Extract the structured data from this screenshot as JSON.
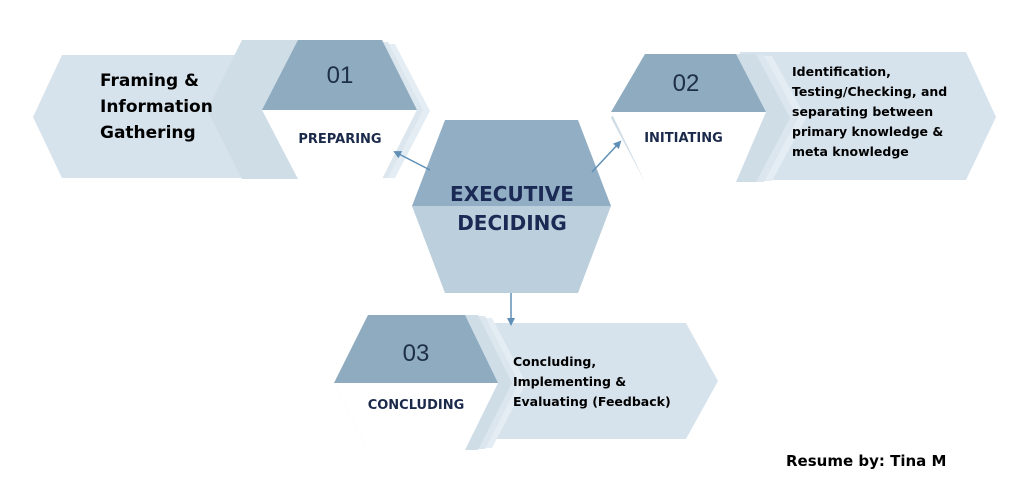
{
  "colors": {
    "light_panel": "#d7e3ec",
    "mid_panel": "#a3bbcc",
    "dark_tab": "#8fabc0",
    "hub_top": "#91aec4",
    "hub_bottom": "#bccfdc",
    "arrow": "#5f8fb6",
    "title_text": "#1b2a55"
  },
  "center": {
    "title_line1": "EXECUTIVE",
    "title_line2": "DECIDING"
  },
  "steps": [
    {
      "number": "01",
      "stage": "PREPARING",
      "description": [
        "Framing &",
        "Information",
        "Gathering"
      ]
    },
    {
      "number": "02",
      "stage": "INITIATING",
      "description": [
        "Identification,",
        "Testing/Checking, and",
        "separating between",
        "primary knowledge &",
        "meta knowledge"
      ]
    },
    {
      "number": "03",
      "stage": "CONCLUDING",
      "description": [
        "Concluding,",
        "Implementing &",
        "Evaluating (Feedback)"
      ]
    }
  ],
  "credit": "Resume by: Tina M"
}
